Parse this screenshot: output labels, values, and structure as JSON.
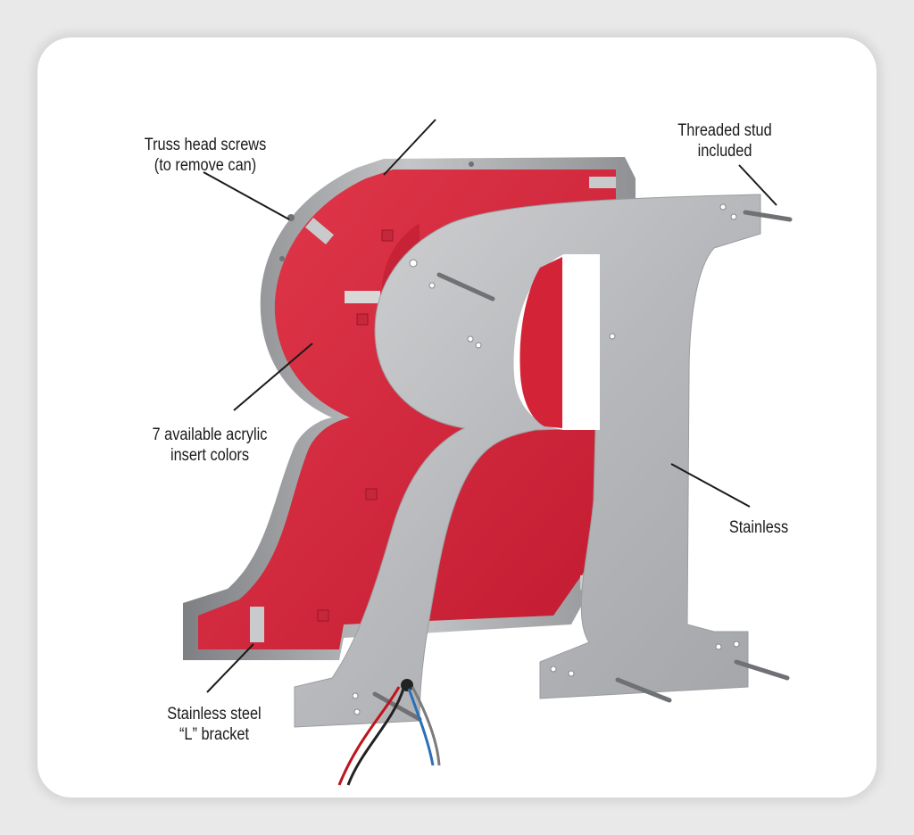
{
  "labels": {
    "truss_line1": "Truss head screws",
    "truss_line2": "(to remove can)",
    "stud_line1": "Threaded stud",
    "stud_line2": "included",
    "acrylic_line1": "7 available acrylic",
    "acrylic_line2": "insert colors",
    "stainless": "Stainless",
    "bracket_line1": "Stainless steel",
    "bracket_line2": "“L” bracket"
  },
  "colors": {
    "acrylic_red": "#d9223a",
    "steel": "#b9babc",
    "steel_dark": "#8e9093",
    "background": "#ffffff",
    "frame": "#e9e9e9"
  }
}
